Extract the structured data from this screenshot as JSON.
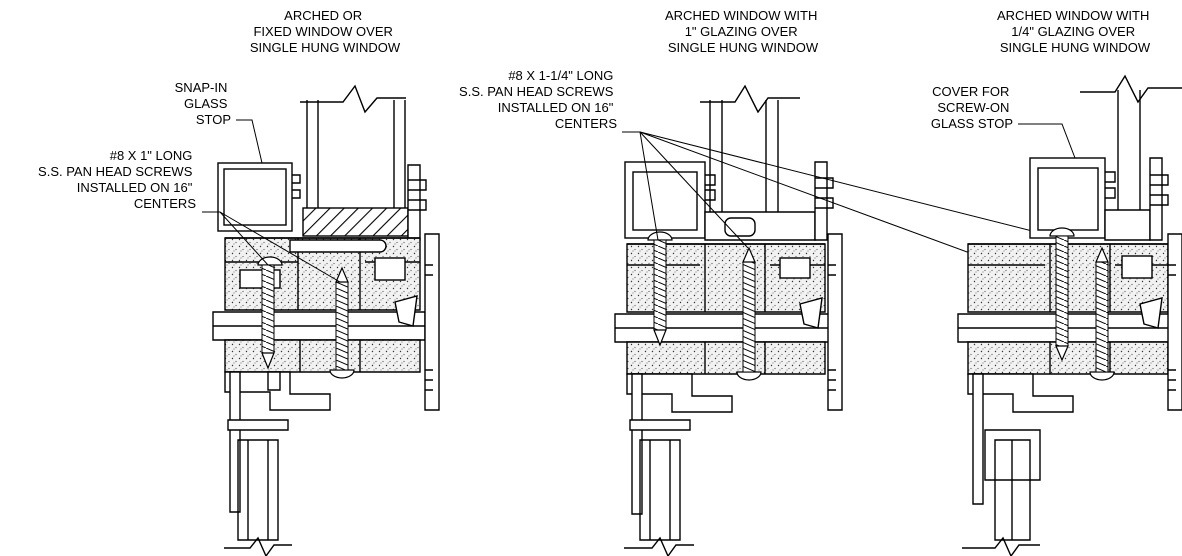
{
  "details": [
    {
      "title": [
        "ARCHED OR",
        "FIXED WINDOW OVER",
        "SINGLE HUNG WINDOW"
      ],
      "callouts": [
        {
          "lines": [
            "SNAP-IN",
            "GLASS",
            "STOP"
          ]
        },
        {
          "lines": [
            "#8 X 1\" LONG",
            "S.S. PAN HEAD SCREWS",
            "INSTALLED ON 16\"",
            "CENTERS"
          ]
        }
      ]
    },
    {
      "title": [
        "ARCHED WINDOW WITH",
        "1\" GLAZING OVER",
        "SINGLE HUNG WINDOW"
      ],
      "callouts": [
        {
          "lines": [
            "#8 X 1-1/4\" LONG",
            "S.S. PAN HEAD SCREWS",
            "INSTALLED ON 16\"",
            "CENTERS"
          ]
        }
      ]
    },
    {
      "title": [
        "ARCHED WINDOW WITH",
        "1/4\" GLAZING OVER",
        "SINGLE HUNG WINDOW"
      ],
      "callouts": [
        {
          "lines": [
            "COVER FOR",
            "SCREW-ON",
            "GLASS STOP"
          ]
        }
      ]
    }
  ]
}
